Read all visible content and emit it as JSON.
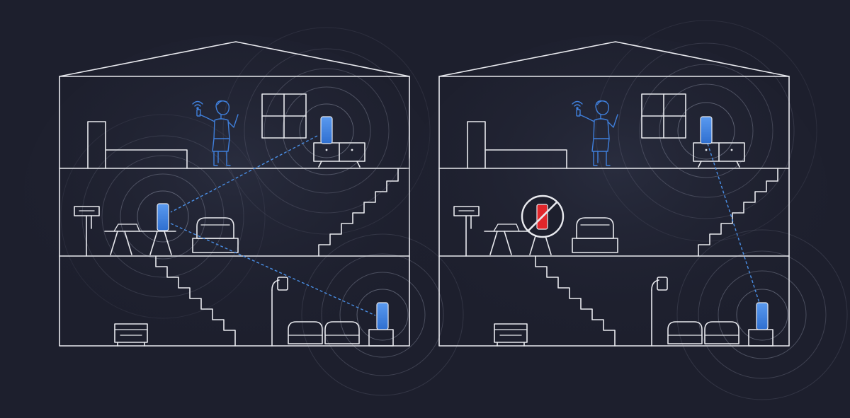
{
  "colors": {
    "background": "#1d1f2d",
    "outline": "#e8e9ee",
    "node_blue": "#3b7ddd",
    "link_blue": "#4a8fe6",
    "person_blue": "#3f7fdb",
    "failed_node_red": "#e0262b",
    "ring": "#8b8fa3"
  },
  "icons": {
    "node": "mesh-wifi-node-icon",
    "failed_node": "prohibited-node-icon",
    "person": "person-with-phone-icon",
    "wifi_signal": "wifi-signal-icon"
  },
  "panels": [
    {
      "name": "house-left",
      "nodes": [
        {
          "id": "upstairs",
          "status": "online"
        },
        {
          "id": "middle",
          "status": "online"
        },
        {
          "id": "downstairs",
          "status": "online"
        }
      ],
      "links": [
        [
          "upstairs",
          "middle"
        ],
        [
          "middle",
          "downstairs"
        ]
      ]
    },
    {
      "name": "house-right",
      "nodes": [
        {
          "id": "upstairs",
          "status": "online"
        },
        {
          "id": "middle",
          "status": "offline"
        },
        {
          "id": "downstairs",
          "status": "online"
        }
      ],
      "links": [
        [
          "upstairs",
          "downstairs"
        ]
      ]
    }
  ]
}
